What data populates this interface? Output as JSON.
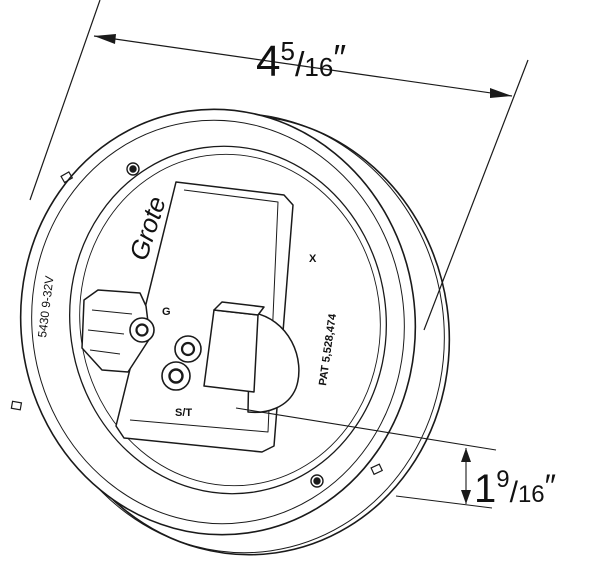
{
  "dimensions": {
    "diameter": {
      "whole": "4",
      "numerator": "5",
      "slash": "/",
      "denominator": "16",
      "unit": "″"
    },
    "depth": {
      "whole": "1",
      "numerator": "9",
      "slash": "/",
      "denominator": "16",
      "unit": "″"
    }
  },
  "lamp_markings": {
    "brand": "Grote",
    "model_rating": "5430 9-32V",
    "patent": "PAT  5,528,474",
    "ground": "G",
    "stop_tail": "S/T",
    "x_mark": "X"
  },
  "colors": {
    "line": "#1a1a1a",
    "background": "#ffffff"
  }
}
